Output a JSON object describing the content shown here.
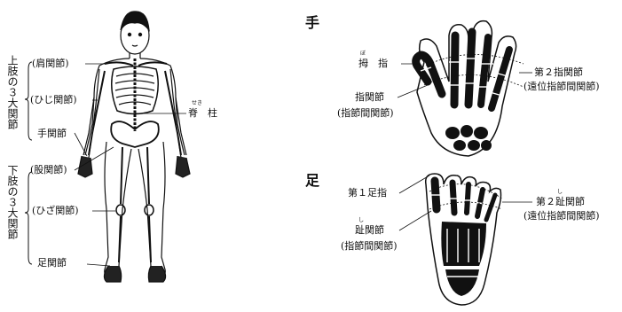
{
  "figure": {
    "body_labels": {
      "upper_limb_group": "上肢の３大関節",
      "lower_limb_group": "下肢の３大関節",
      "shoulder": "(肩関節)",
      "elbow": "(ひじ関節)",
      "wrist": "手関節",
      "hip": "(股関節)",
      "knee": "(ひざ関節)",
      "ankle": "足関節",
      "spine": "脊　柱",
      "spine_ruby": "せき"
    },
    "hand": {
      "title": "手",
      "thumb": "拇　指",
      "thumb_ruby": "ぼ",
      "second_joint": "第２指関節",
      "second_joint_sub": "(遠位指節間関節)",
      "finger_joint": "指関節",
      "finger_joint_sub": "(指節間関節)"
    },
    "foot": {
      "title": "足",
      "first_toe": "第１足指",
      "second_joint": "第２趾関節",
      "second_joint_ruby": "し",
      "second_joint_sub": "(遠位指節間関節)",
      "toe_joint": "趾関節",
      "toe_joint_ruby": "し",
      "toe_joint_sub": "(指節間関節)"
    }
  }
}
